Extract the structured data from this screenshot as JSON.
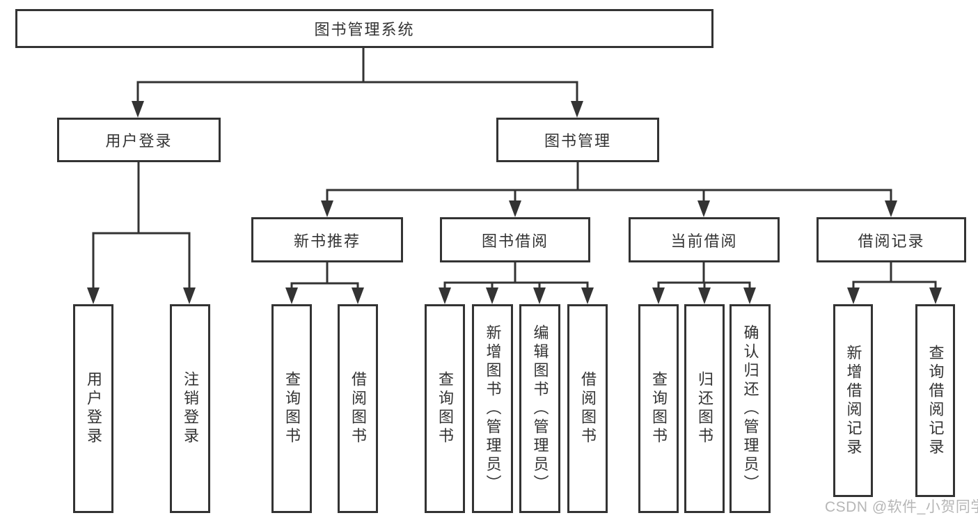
{
  "diagram": {
    "root": {
      "label": "图书管理系统",
      "children": [
        {
          "label": "用户登录",
          "children": [
            {
              "label": "用户登录"
            },
            {
              "label": "注销登录"
            }
          ]
        },
        {
          "label": "图书管理",
          "children": [
            {
              "label": "新书推荐",
              "children": [
                {
                  "label": "查询图书"
                },
                {
                  "label": "借阅图书"
                }
              ]
            },
            {
              "label": "图书借阅",
              "children": [
                {
                  "label": "查询图书"
                },
                {
                  "label": "新增图书（管理员）"
                },
                {
                  "label": "编辑图书（管理员）"
                },
                {
                  "label": "借阅图书"
                }
              ]
            },
            {
              "label": "当前借阅",
              "children": [
                {
                  "label": "查询图书"
                },
                {
                  "label": "归还图书"
                },
                {
                  "label": "确认归还（管理员）"
                }
              ]
            },
            {
              "label": "借阅记录",
              "children": [
                {
                  "label": "新增借阅记录"
                },
                {
                  "label": "查询借阅记录"
                }
              ]
            }
          ]
        }
      ]
    }
  },
  "watermark": "CSDN @软件_小贺同学",
  "colors": {
    "background": "#ffffff",
    "line": "#333333",
    "text": "#333333",
    "watermark": "#b6b6b6"
  }
}
